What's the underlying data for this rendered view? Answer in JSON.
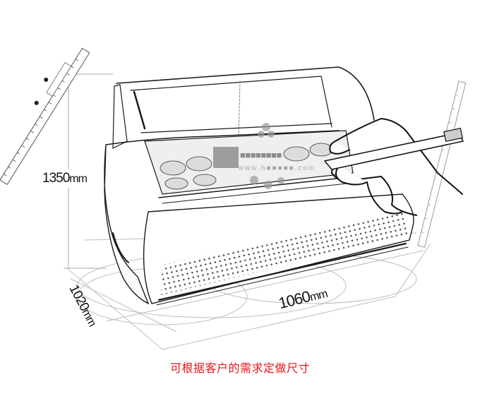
{
  "illustration": {
    "subject": "ice-cream display cabinet sketch",
    "style": "pencil sketch",
    "elements": [
      "curved-glass-display-case",
      "ice-cream-pans",
      "perforated-front-panel",
      "hand-holding-pencil",
      "diagonal-ruler",
      "vertical-ruler",
      "floor-protractor-grid"
    ]
  },
  "dimensions": {
    "height": {
      "value": "1350",
      "unit": "mm"
    },
    "width": {
      "value": "1060",
      "unit": "mm"
    },
    "depth": {
      "value": "1020",
      "unit": "mm"
    }
  },
  "watermark": {
    "logo_text": "■■■■■■■■",
    "url_text": "www.h■■■■■.com",
    "color": "#8e8e8e"
  },
  "caption": {
    "text": "可根据客户的需求定做尺寸",
    "color": "#e8141b"
  },
  "colors": {
    "background": "#ffffff",
    "sketch_line": "#1a1a1a",
    "guide_line": "#b5b5b5",
    "caption": "#e8141b"
  }
}
